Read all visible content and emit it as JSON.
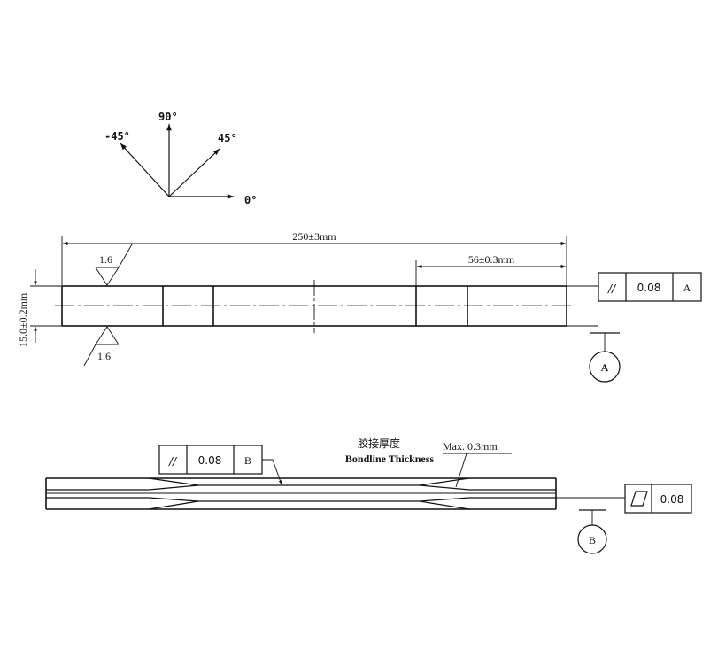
{
  "orientation": {
    "angle_neg45": "-45°",
    "angle_90": "90°",
    "angle_45": "45°",
    "angle_0": "0°"
  },
  "top_view": {
    "length_dim": "250±3mm",
    "tab_dim": "56±0.3mm",
    "width_dim": "15.0±0.2mm",
    "roughness_top": "1.6",
    "roughness_bottom": "1.6",
    "parallel_tolerance": {
      "symbol": "//",
      "value": "0.08",
      "datum": "A"
    },
    "datum_label": "A"
  },
  "side_view": {
    "parallel_tolerance": {
      "symbol": "//",
      "value": "0.08",
      "datum": "B"
    },
    "flatness_tolerance": {
      "value": "0.08"
    },
    "bondline_cn": "胶接厚度",
    "bondline_en": "Bondline Thickness",
    "bondline_max": "Max. 0.3mm",
    "datum_label": "B"
  }
}
